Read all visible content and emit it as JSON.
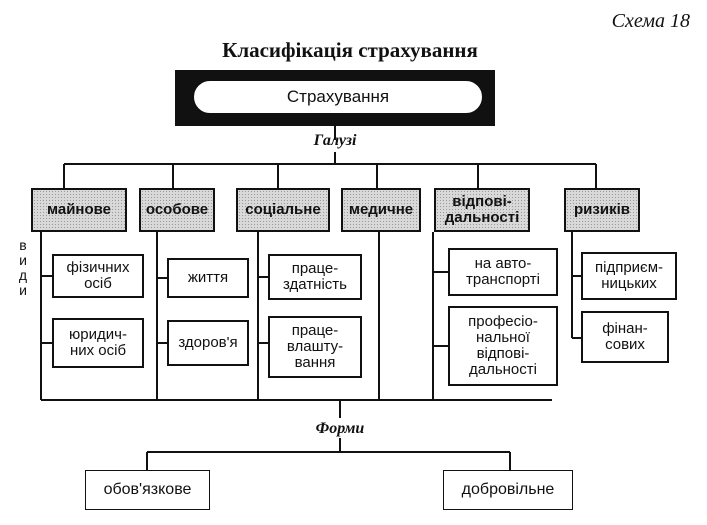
{
  "scheme_label": "Схема 18",
  "title": "Класифікація страхування",
  "root": "Страхування",
  "branches_label": "Галузі",
  "types_label": "види",
  "forms_label": "Форми",
  "categories": [
    {
      "label": "майнове",
      "items": [
        "фізичних\nосіб",
        "юридич-\nних осіб"
      ]
    },
    {
      "label": "особове",
      "items": [
        "життя",
        "здоров'я"
      ]
    },
    {
      "label": "соціальне",
      "items": [
        "праце-\nздатність",
        "праце-\nвлашту-\nвання"
      ]
    },
    {
      "label": "медичне",
      "items": []
    },
    {
      "label": "відпові-\nдальності",
      "items": [
        "на авто-\nтранспорті",
        "професіо-\nнальної\nвідпові-\nдальності"
      ]
    },
    {
      "label": "ризиків",
      "items": [
        "підприєм-\nницьких",
        "фінан-\nсових"
      ]
    }
  ],
  "forms": [
    "обов'язкове",
    "добровільне"
  ]
}
